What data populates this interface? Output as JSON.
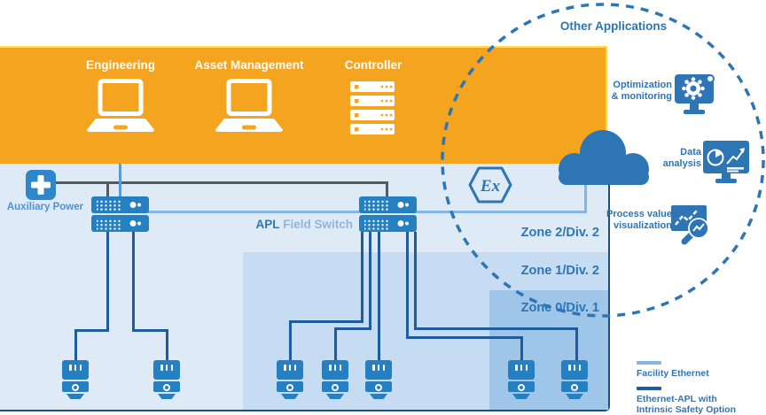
{
  "banner": {
    "items": [
      {
        "label": "Engineering"
      },
      {
        "label": "Asset Management"
      },
      {
        "label": "Controller"
      }
    ]
  },
  "aux_power_label": "Auxiliary Power",
  "apl_switch_label": {
    "bold": "APL",
    "rest": " Field Switch"
  },
  "ex_marking": "Ex",
  "zones": [
    {
      "label": "Zone 2/Div. 2"
    },
    {
      "label": "Zone 1/Div. 2"
    },
    {
      "label": "Zone 0/Div. 1"
    }
  ],
  "other_applications": {
    "title": "Other Applications",
    "items": [
      {
        "line1": "Optimization",
        "line2": "& monitoring",
        "icon": "monitor-gear-icon"
      },
      {
        "line1": "Data",
        "line2": "analysis",
        "icon": "monitor-charts-icon"
      },
      {
        "line1": "Process value",
        "line2": "visualization",
        "icon": "chart-magnifier-icon"
      }
    ]
  },
  "legend": {
    "items": [
      {
        "label": "Facility Ethernet",
        "color": "#85B5E0"
      },
      {
        "label_line1": "Ethernet-APL with",
        "label_line2": "Intrinsic Safety Option",
        "color": "#1E5C9E"
      }
    ]
  },
  "colors": {
    "banner_orange": "#F5A41F",
    "banner_highlight": "#FFD95A",
    "panel_light_blue": "#DEEBF7",
    "zone1_blue": "#C5DCF2",
    "zone0_blue": "#9FC6E8",
    "device_blue": "#2580C2",
    "wire_dark_blue": "#1E5C9E",
    "facility_ethernet_blue": "#85B5E0",
    "auxiliary_power_gray": "#58595B",
    "accent_text_blue": "#2E75B5",
    "border_navy": "#1F4E79"
  }
}
